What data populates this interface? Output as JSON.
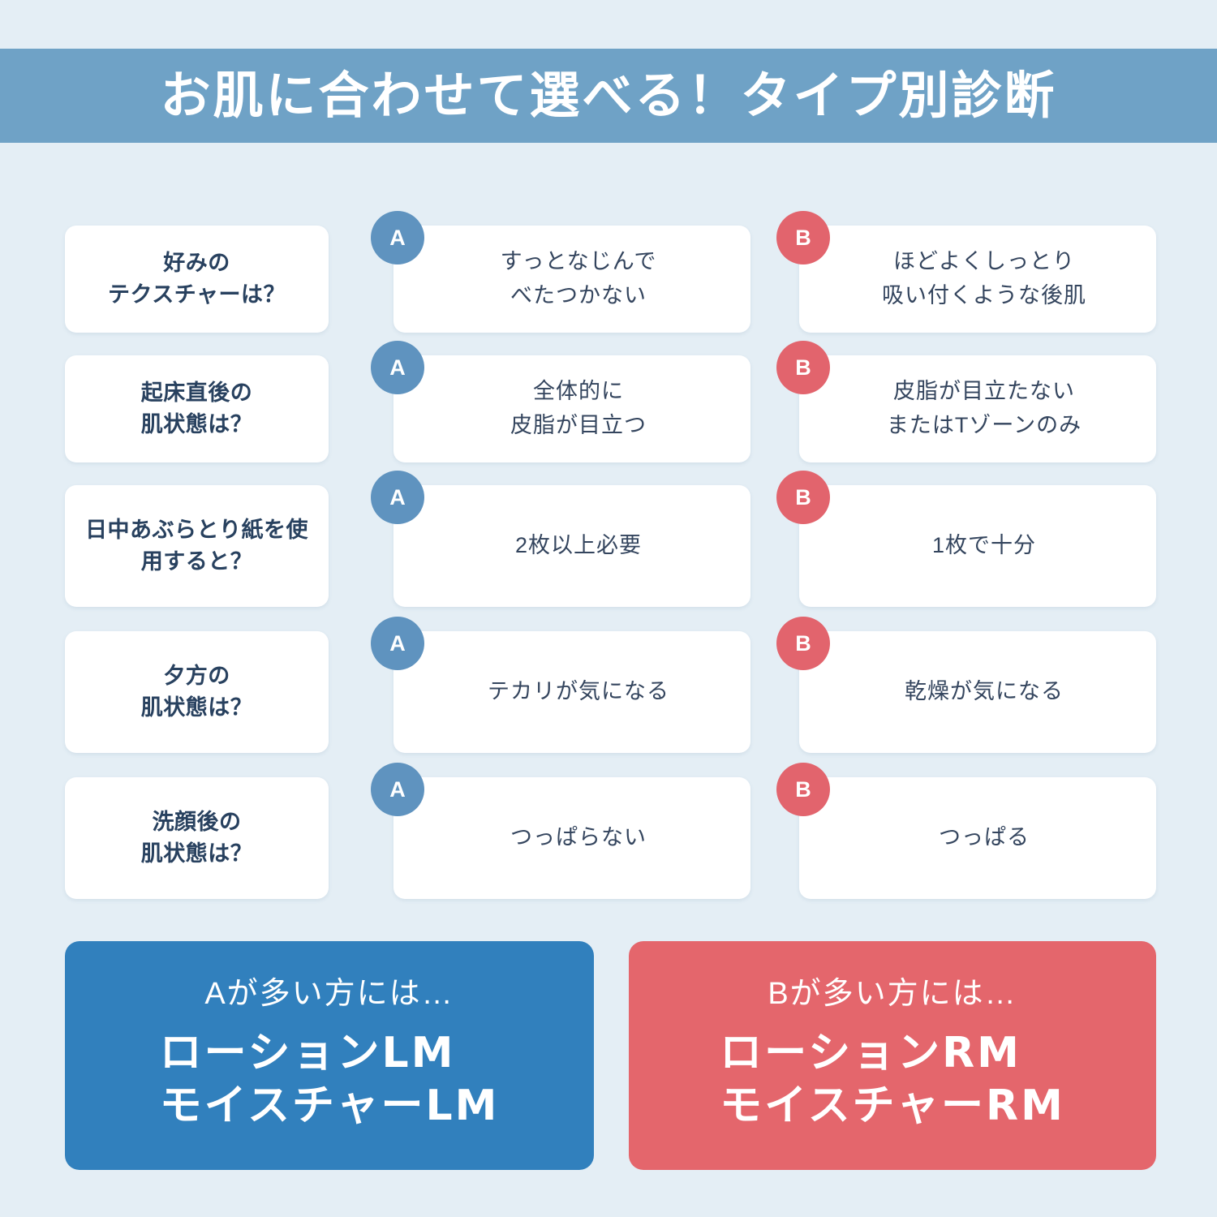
{
  "header": {
    "title": "お肌に合わせて選べる！タイプ別診断",
    "bar_color": "#6fa2c6"
  },
  "colors": {
    "background": "#e4eef5",
    "card": "#ffffff",
    "question_text": "#28415f",
    "answer_text": "#34455e",
    "badge_a": "#5f93bf",
    "badge_b": "#e2646d",
    "panel_a": "#3180bd",
    "panel_b": "#e4666c"
  },
  "quiz": {
    "badge_a_label": "A",
    "badge_b_label": "B",
    "rows": [
      {
        "question_line1": "好みの",
        "question_line2": "テクスチャーは？",
        "answer_a_line1": "すっとなじんで",
        "answer_a_line2": "べたつかない",
        "answer_b_line1": "ほどよくしっとり",
        "answer_b_line2": "吸い付くような後肌"
      },
      {
        "question_line1": "起床直後の",
        "question_line2": "肌状態は？",
        "answer_a_line1": "全体的に",
        "answer_a_line2": "皮脂が目立つ",
        "answer_b_line1": "皮脂が目立たない",
        "answer_b_line2": "またはTゾーンのみ"
      },
      {
        "question_line1": "日中あぶらとり紙を使",
        "question_line2": "用すると？",
        "answer_a_line1": "2枚以上必要",
        "answer_a_line2": "",
        "answer_b_line1": "1枚で十分",
        "answer_b_line2": ""
      },
      {
        "question_line1": "夕方の",
        "question_line2": "肌状態は？",
        "answer_a_line1": "テカリが気になる",
        "answer_a_line2": "",
        "answer_b_line1": "乾燥が気になる",
        "answer_b_line2": ""
      },
      {
        "question_line1": "洗顔後の",
        "question_line2": "肌状態は？",
        "answer_a_line1": "つっぱらない",
        "answer_a_line2": "",
        "answer_b_line1": "つっぱる",
        "answer_b_line2": ""
      }
    ]
  },
  "results": {
    "panel_a": {
      "lead": "Aが多い方には…",
      "product_line1": "ローションLM",
      "product_line2": "モイスチャーLM"
    },
    "panel_b": {
      "lead": "Bが多い方には…",
      "product_line1": "ローションRM",
      "product_line2": "モイスチャーRM"
    }
  }
}
